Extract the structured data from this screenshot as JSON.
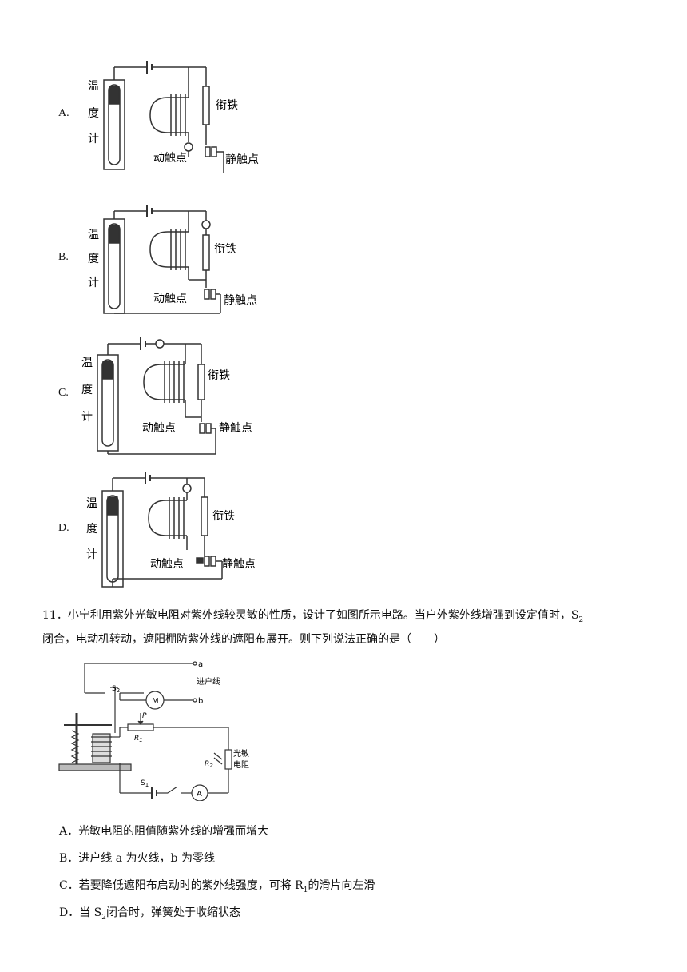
{
  "options_q10": [
    {
      "letter": "A."
    },
    {
      "letter": "B."
    },
    {
      "letter": "C."
    },
    {
      "letter": "D."
    }
  ],
  "figure_labels": {
    "thermometer": [
      "温",
      "度",
      "计"
    ],
    "armature": "衔铁",
    "moving_contact": "动触点",
    "static_contact": "静触点"
  },
  "question11": {
    "number": "11．",
    "line1": "小宁利用紫外光敏电阻对紫外线较灵敏的性质，设计了如图所示电路。当户外紫外线增强到设定值时，S",
    "line1_sub": "2",
    "line2": "闭合，电动机转动，遮阳棚防紫外线的遮阳布展开。则下列说法正确的是（　　）"
  },
  "circuit_labels": {
    "a": "a",
    "b": "b",
    "incoming": "进户线",
    "s2": "S",
    "s2_sub": "2",
    "motor": "M",
    "p": "P",
    "r1": "R",
    "r1_sub": "1",
    "r2": "R",
    "r2_sub": "2",
    "photo1": "光敏",
    "photo2": "电阻",
    "s1": "S",
    "s1_sub": "1",
    "ammeter": "A"
  },
  "answers": {
    "a": "A．光敏电阻的阻值随紫外线的增强而增大",
    "b": "B．进户线 a 为火线，b 为零线",
    "c_pre": "C．若要降低遮阳布启动时的紫外线强度，可将  R",
    "c_sub": "1",
    "c_post": "的滑片向左滑",
    "d_pre": "D．当 S",
    "d_sub": "2",
    "d_post": "闭合时，弹簧处于收缩状态"
  }
}
